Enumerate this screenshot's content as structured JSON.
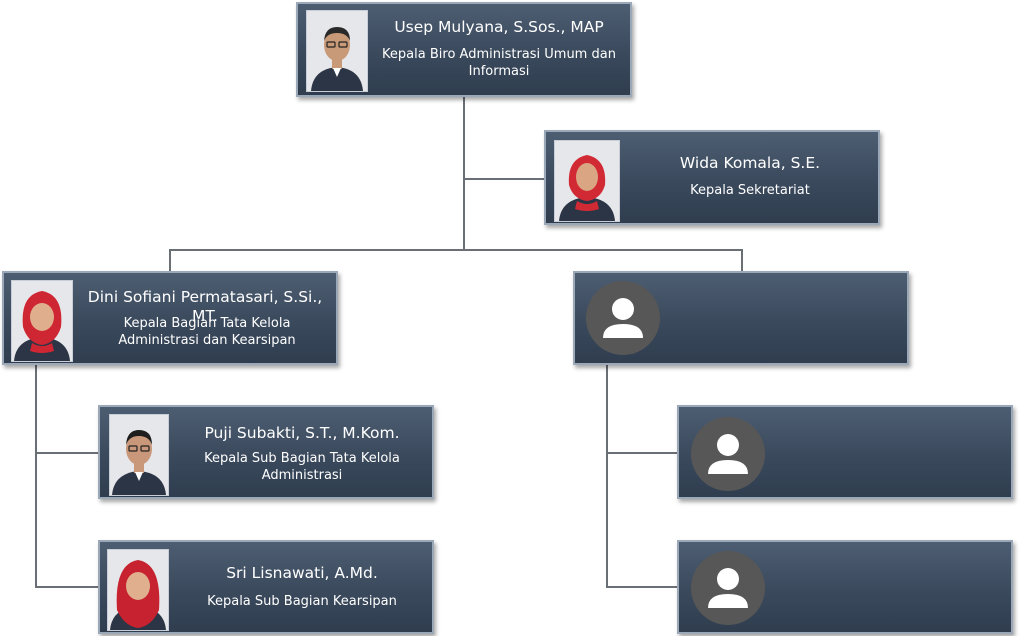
{
  "nodes": {
    "head": {
      "name": "Usep Mulyana, S.Sos., MAP",
      "title": "Kepala Biro Administrasi Umum dan Informasi"
    },
    "secretariat": {
      "name": "Wida Komala, S.E.",
      "title": "Kepala Sekretariat"
    },
    "section_left": {
      "name": "Dini Sofiani Permatasari, S.Si., MT.",
      "title": "Kepala Bagian Tata Kelola Administrasi dan Kearsipan"
    },
    "sub_left_1": {
      "name": "Puji Subakti, S.T., M.Kom.",
      "title": "Kepala Sub Bagian Tata Kelola Administrasi"
    },
    "sub_left_2": {
      "name": "Sri Lisnawati, A.Md.",
      "title": "Kepala Sub Bagian Kearsipan"
    }
  },
  "icons": {
    "vacant_avatar": "user-silhouette-icon"
  }
}
